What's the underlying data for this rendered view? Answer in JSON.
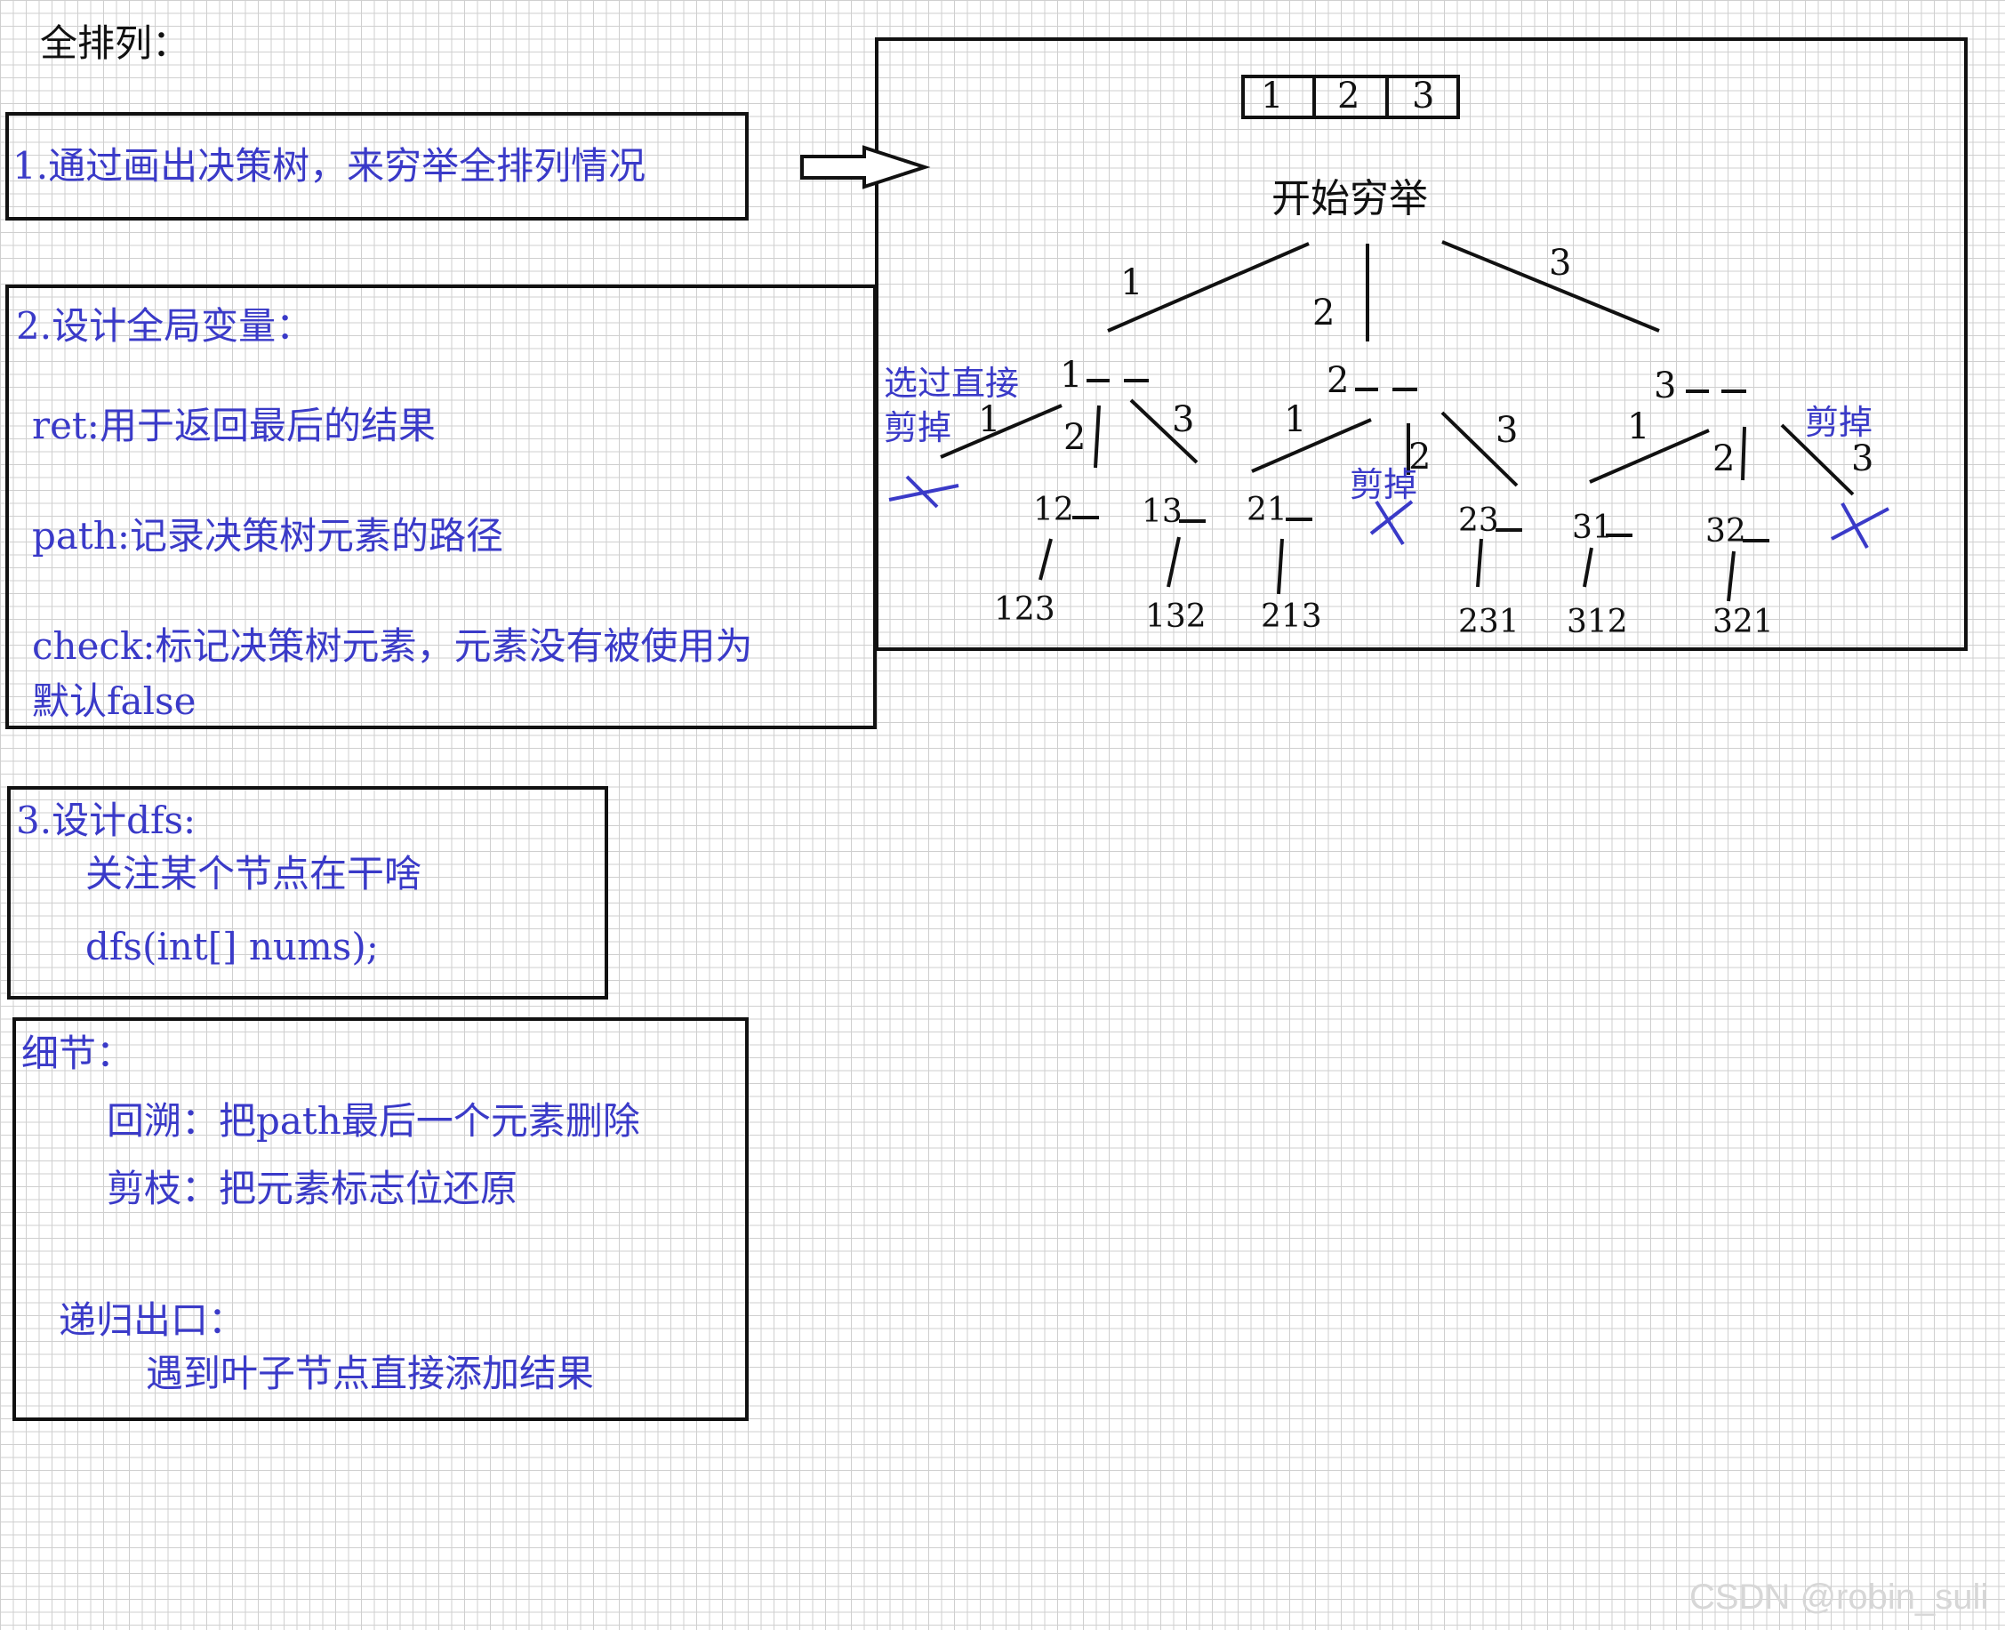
{
  "title": "全排列：",
  "step1": {
    "text": "1.通过画出决策树，来穷举全排列情况"
  },
  "step2": {
    "heading": "2.设计全局变量：",
    "ret": "ret:用于返回最后的结果",
    "path": "path:记录决策树元素的路径",
    "check_line1": "check:标记决策树元素，元素没有被使用为",
    "check_line2": "默认false"
  },
  "step3": {
    "heading": "3.设计dfs:",
    "focus": "关注某个节点在干啥",
    "signature": "dfs(int[] nums);"
  },
  "details": {
    "heading": "细节：",
    "backtrack": "回溯：把path最后一个元素删除",
    "prune": "剪枝：把元素标志位还原",
    "exit_heading": "递归出口：",
    "exit_text": "遇到叶子节点直接添加结果"
  },
  "tree": {
    "array": [
      "1",
      "2",
      "3"
    ],
    "root": "开始穷举",
    "edges_top": [
      "1",
      "2",
      "3"
    ],
    "level1": [
      "1",
      "2",
      "3"
    ],
    "edges_level2": [
      "1",
      "2",
      "3",
      "1",
      "2",
      "3",
      "1",
      "2",
      "3"
    ],
    "level2": [
      "12",
      "13",
      "21",
      "23",
      "31",
      "32"
    ],
    "leaves": [
      "123",
      "132",
      "213",
      "231",
      "312",
      "321"
    ],
    "prune_note_skip": "选过直接",
    "prune_label": "剪掉",
    "prune_label_alt": "剪掉"
  },
  "watermark": "CSDN @robin_suli",
  "colors": {
    "note": "#3a3ac8",
    "ink": "#111111"
  }
}
